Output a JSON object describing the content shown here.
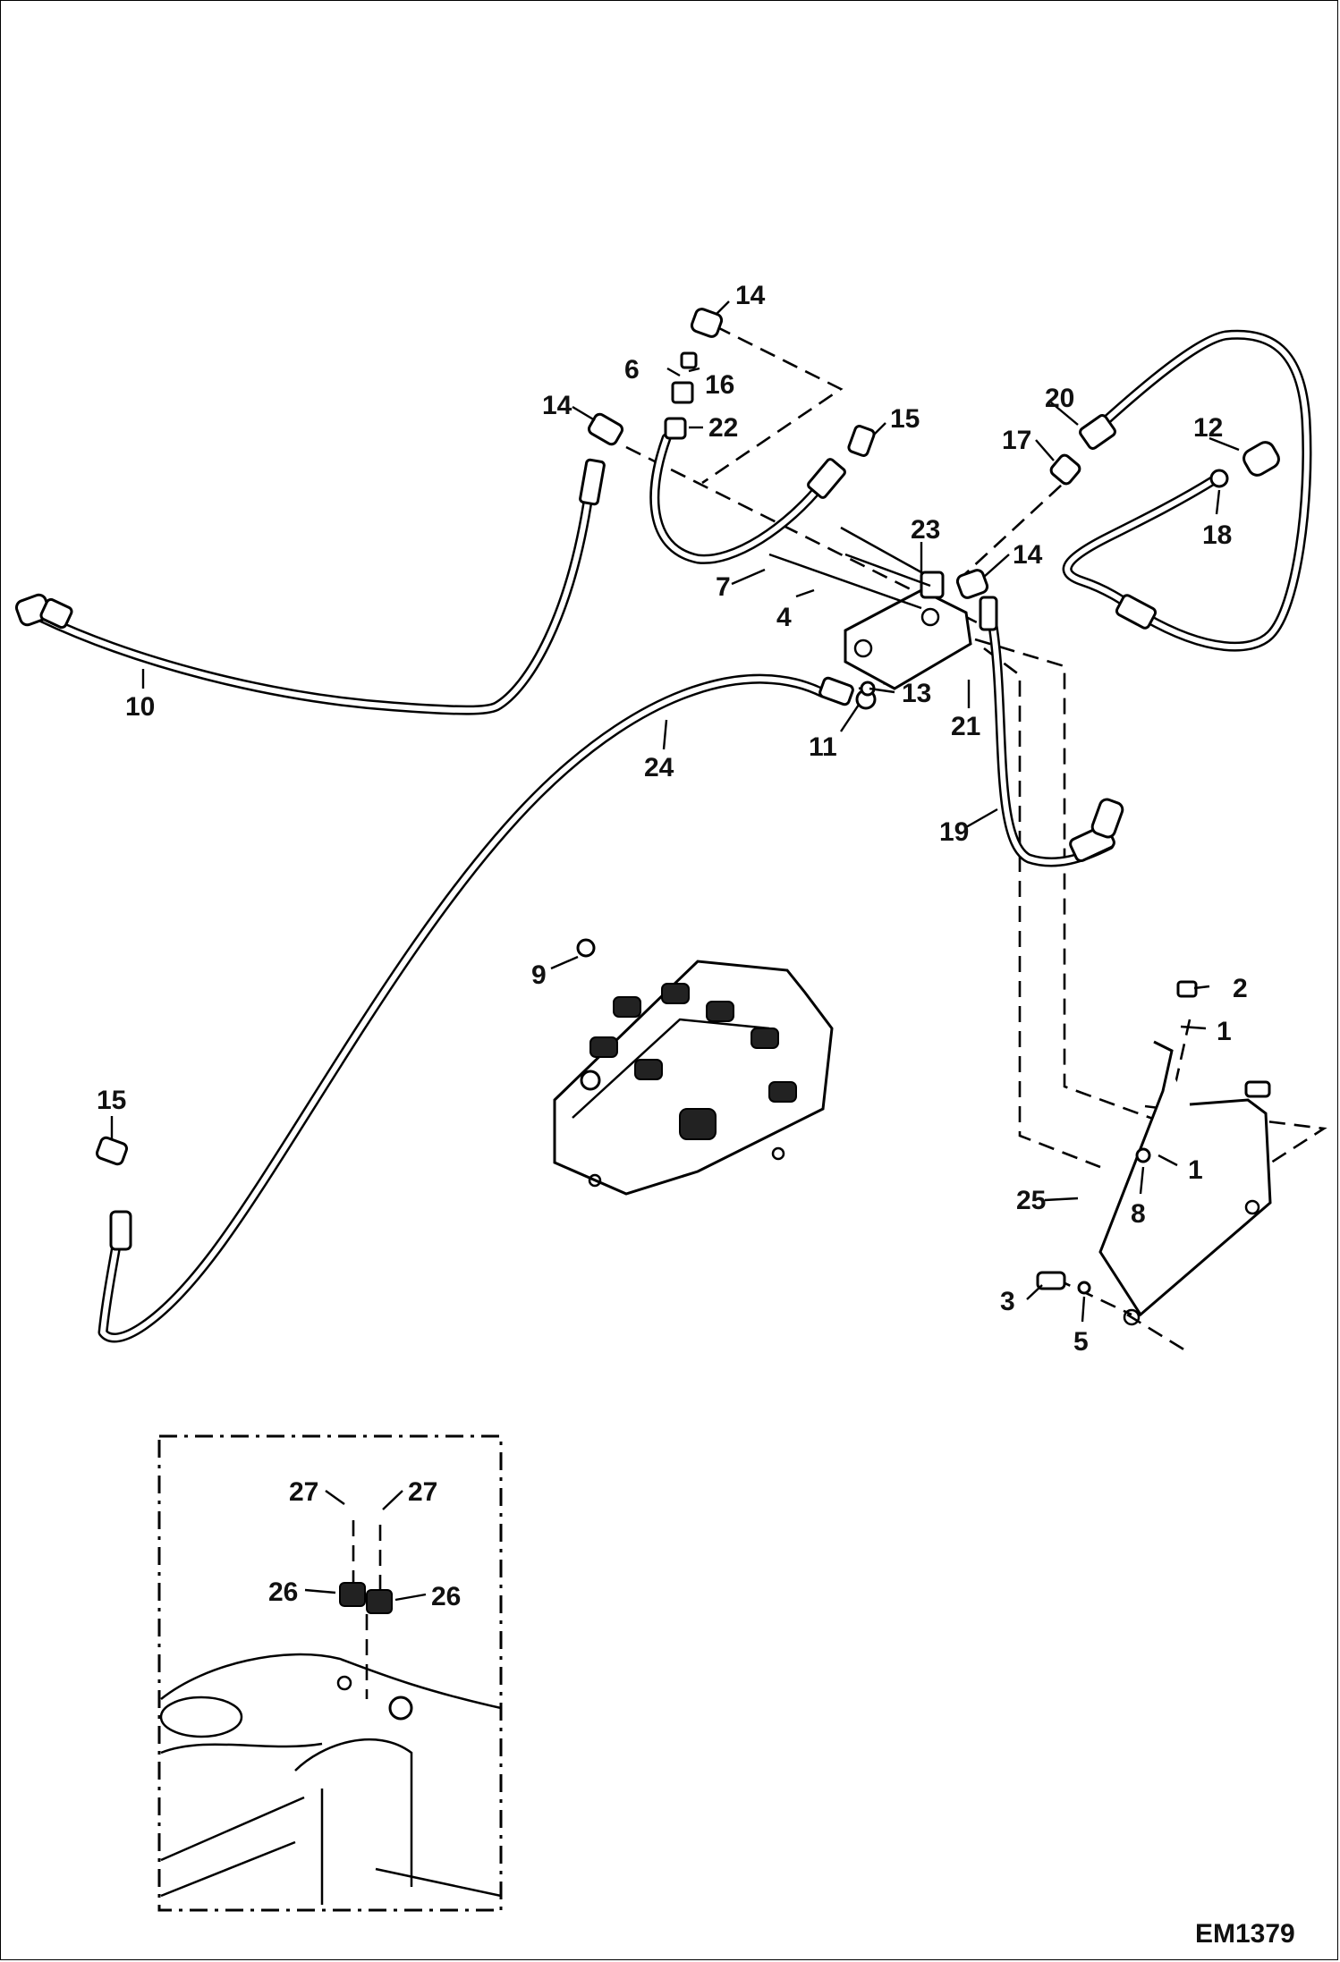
{
  "diagram": {
    "drawing_code": "EM1379",
    "callouts": [
      "1",
      "2",
      "3",
      "4",
      "5",
      "6",
      "7",
      "8",
      "9",
      "10",
      "11",
      "12",
      "13",
      "14",
      "15",
      "16",
      "17",
      "18",
      "19",
      "20",
      "21",
      "22",
      "23",
      "24",
      "25",
      "26",
      "27"
    ]
  }
}
